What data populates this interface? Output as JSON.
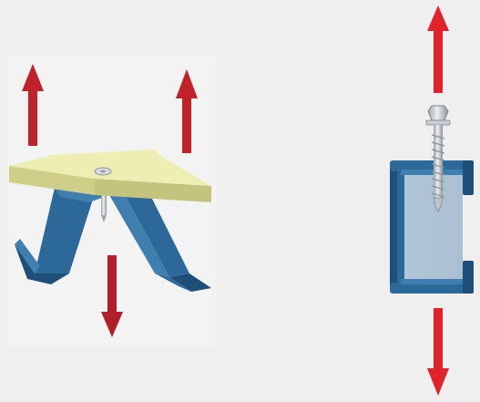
{
  "diagrams": [
    {
      "id": "left",
      "parts": [
        "insulation-board",
        "washer",
        "screw",
        "omega-profile"
      ],
      "forces": [
        {
          "direction": "up",
          "position": "left"
        },
        {
          "direction": "up",
          "position": "right"
        },
        {
          "direction": "down",
          "position": "center"
        }
      ]
    },
    {
      "id": "right",
      "parts": [
        "self-drilling-screw",
        "c-profile"
      ],
      "forces": [
        {
          "direction": "up",
          "position": "top"
        },
        {
          "direction": "down",
          "position": "bottom"
        }
      ]
    }
  ],
  "colors": {
    "background": "#efefef",
    "panel": "#f3f3f3",
    "arrow": "#c0222a",
    "arrow_bright": "#e0232b",
    "board_top": "#eeeeb3",
    "board_side": "#cfcf8a",
    "profile_light": "#3f7fb0",
    "profile_mid": "#2c6898",
    "profile_dark": "#1d4f79",
    "screw_metal": "#d2d6d9",
    "screw_shadow": "#8f979d"
  }
}
